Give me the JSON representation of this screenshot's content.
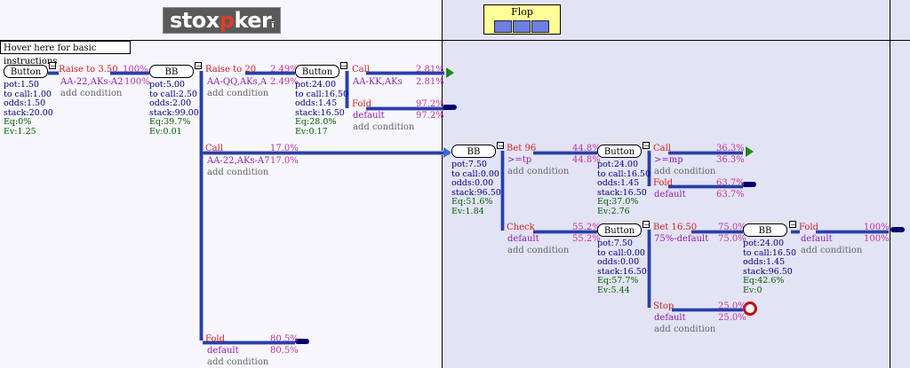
{
  "logo": {
    "pre": "stox",
    "mid": "p",
    "post": "ker",
    "suffix": "ï"
  },
  "hover_text": "Hover here for basic instructions",
  "street": {
    "label": "Flop"
  },
  "nodes": {
    "btn1": {
      "label": "Button",
      "pot": "pot:1.50",
      "tocall": "to call:1.00",
      "odds": "odds:1.50",
      "stack": "stack:20.00",
      "eq": "Eq:0%",
      "ev": "Ev:1.25"
    },
    "bb1": {
      "label": "BB",
      "pot": "pot:5.00",
      "tocall": "to call:2.50",
      "odds": "odds:2.00",
      "stack": "stack:99.00",
      "eq": "Eq:39.7%",
      "ev": "Ev:0.01"
    },
    "btn2": {
      "label": "Button",
      "pot": "pot:24.00",
      "tocall": "to call:16.50",
      "odds": "odds:1.45",
      "stack": "stack:16.50",
      "eq": "Eq:28.0%",
      "ev": "Ev:0.17"
    },
    "bb2": {
      "label": "BB",
      "pot": "pot:7.50",
      "tocall": "to call:0.00",
      "odds": "odds:0.00",
      "stack": "stack:96.50",
      "eq": "Eq:51.6%",
      "ev": "Ev:1.84"
    },
    "btn3": {
      "label": "Button",
      "pot": "pot:24.00",
      "tocall": "to call:16.50",
      "odds": "odds:1.45",
      "stack": "stack:16.50",
      "eq": "Eq:37.0%",
      "ev": "Ev:2.76"
    },
    "btn4": {
      "label": "Button",
      "pot": "pot:7.50",
      "tocall": "to call:0.00",
      "odds": "odds:0.00",
      "stack": "stack:16.50",
      "eq": "Eq:57.7%",
      "ev": "Ev:5.44"
    },
    "bb3": {
      "label": "BB",
      "pot": "pot:24.00",
      "tocall": "to call:16.50",
      "odds": "odds:1.45",
      "stack": "stack:96.50",
      "eq": "Eq:42.6%",
      "ev": "Ev:0"
    }
  },
  "actions": {
    "raise350": {
      "label": "Raise to 3.50",
      "pct": "100%",
      "range": "AA-22,AKs-A2",
      "range_pct": "100%",
      "add": "add condition"
    },
    "raise20": {
      "label": "Raise to 20",
      "pct": "2.49%",
      "range": "AA-QQ,AKs,A",
      "range_pct": "2.49%",
      "add": "add condition"
    },
    "call_kk": {
      "label": "Call",
      "pct": "2.81%",
      "range": "AA-KK,AKs",
      "range_pct": "2.81%"
    },
    "fold_97": {
      "label": "Fold",
      "pct": "97.2%",
      "range": "default",
      "range_pct": "97.2%",
      "add": "add condition"
    },
    "call_17": {
      "label": "Call",
      "pct": "17.0%",
      "range": "AA-22,AKs-A7",
      "range_pct": "17.0%",
      "add": "add condition"
    },
    "fold_805": {
      "label": "Fold",
      "pct": "80.5%",
      "range": "default",
      "range_pct": "80.5%",
      "add": "add condition"
    },
    "bet96": {
      "label": "Bet 96",
      "pct": "44.8%",
      "range": ">=tp",
      "range_pct": "44.8%",
      "add": "add condition"
    },
    "check": {
      "label": "Check",
      "pct": "55.2%",
      "range": "default",
      "range_pct": "55.2%",
      "add": "add condition"
    },
    "call_363": {
      "label": "Call",
      "pct": "36.3%",
      "range": ">=mp",
      "range_pct": "36.3%",
      "add": "add condition"
    },
    "fold_637": {
      "label": "Fold",
      "pct": "63.7%",
      "range": "default",
      "range_pct": "63.7%"
    },
    "bet165": {
      "label": "Bet 16.50",
      "pct": "75.0%",
      "range": "75%-default",
      "range_pct": "75.0%"
    },
    "stop": {
      "label": "Stop",
      "pct": "25.0%",
      "range": "default",
      "range_pct": "25.0%",
      "add": "add condition"
    },
    "fold_100": {
      "label": "Fold",
      "pct": "100%",
      "range": "default",
      "range_pct": "100%",
      "add": "add condition"
    }
  },
  "minus_glyph": "−",
  "colors": {
    "action": "#cc2020",
    "percent": "#c030a0",
    "range": "#9020b0",
    "node_info": "#000080",
    "equity": "#006000",
    "street_bg": "#ffff99",
    "card": "#6e7fe0",
    "call_arrow": "#1c8a1c",
    "fold_end": "#00006e",
    "stop_ring": "#c01010"
  }
}
